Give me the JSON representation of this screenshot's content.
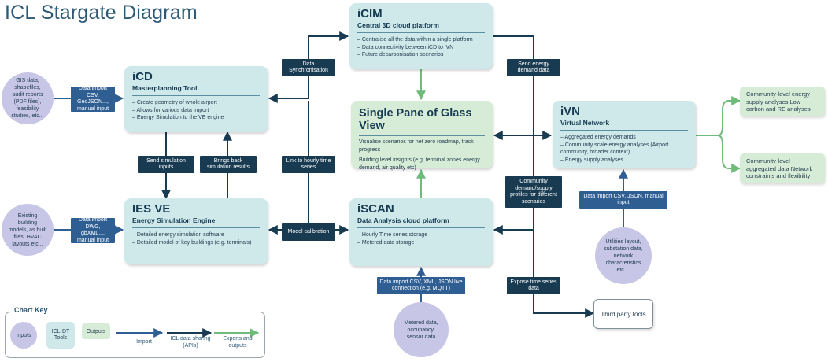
{
  "title": "ICL Stargate Diagram",
  "colors": {
    "import": "#2f5e93",
    "sharing": "#183b52",
    "export": "#6fbb7a",
    "input": "#c7c6e6",
    "tool": "#cfe9eb",
    "output": "#d7ecd6"
  },
  "tools": {
    "icim": {
      "title": "iCIM",
      "subtitle": "Central 3D cloud platform",
      "items": [
        "Centralise all the data within a single platform",
        "Data connectivity between iCD to iVN",
        "Future decarbonisation scenarios"
      ]
    },
    "icd": {
      "title": "iCD",
      "subtitle": "Masterplanning Tool",
      "items": [
        "Create geometry of whole airport",
        "Allows for various data import",
        "Energy Simulation to the VE engine"
      ]
    },
    "iesve": {
      "title": "IES VE",
      "subtitle": "Energy Simulation Engine",
      "items": [
        "Detailed energy simulation software",
        "Detailed model of key buildings (e.g. terminals)"
      ]
    },
    "iscan": {
      "title": "iSCAN",
      "subtitle": "Data Analysis cloud platform",
      "items": [
        "Hourly Time series storage",
        "Metered data storage"
      ]
    },
    "ivn": {
      "title": "iVN",
      "subtitle": "Virtual Network",
      "items": [
        "Aggregated energy demands",
        "Community scale energy analyses (Airport community, broader context)",
        "Energy supply analyses"
      ]
    }
  },
  "single_pane": {
    "title": "Single Pane of Glass View",
    "line1": "Visualise scenarios for net zero roadmap, track progress",
    "line2": "Building level insights (e.g. terminal zones energy demand, air quality etc)"
  },
  "inputs": {
    "gis": "GIS data, shapefiles, audit reports (PDF files), feasibility studies, etc...",
    "existing": "Existing building models, as built files, HVAC layouts etc...",
    "utilities": "Utilities layout, substation data, network characteristics etc....",
    "metered": "Metered data, occupancy, sensor data"
  },
  "outputs": {
    "supply": "Community-level energy supply analyses Low carbon and RE analyses",
    "aggregated": "Community-level aggregated data Network constraints and flexibility"
  },
  "labels": {
    "import_icd": "Data import CSV, GeoJSON..., manual input",
    "import_iesve": "Data import DWG, gbXML,... manual input",
    "import_ivn": "Data import CSV, JSON, manual input",
    "import_iscan": "Data import CSV, XML, JSON live connection (e.g. MQTT)",
    "data_sync": "Data Synchronisation",
    "send_energy": "Send energy demand data",
    "send_sim": "Send simulation inputs",
    "brings_back": "Brings back simulation results",
    "link_hourly": "Link to hourly time series",
    "model_calib": "Model calibration",
    "community_profiles": "Community demand/supply profiles for different scenarios",
    "expose_time": "Expose time series data"
  },
  "third_party": "Third party tools",
  "key": {
    "title": "Chart Key",
    "inputs": "Inputs",
    "tools": "ICL-DT Tools",
    "outputs": "Outputs",
    "import": "Import",
    "sharing": "ICL data sharing (APIs)",
    "exports": "Exports and outputs"
  }
}
